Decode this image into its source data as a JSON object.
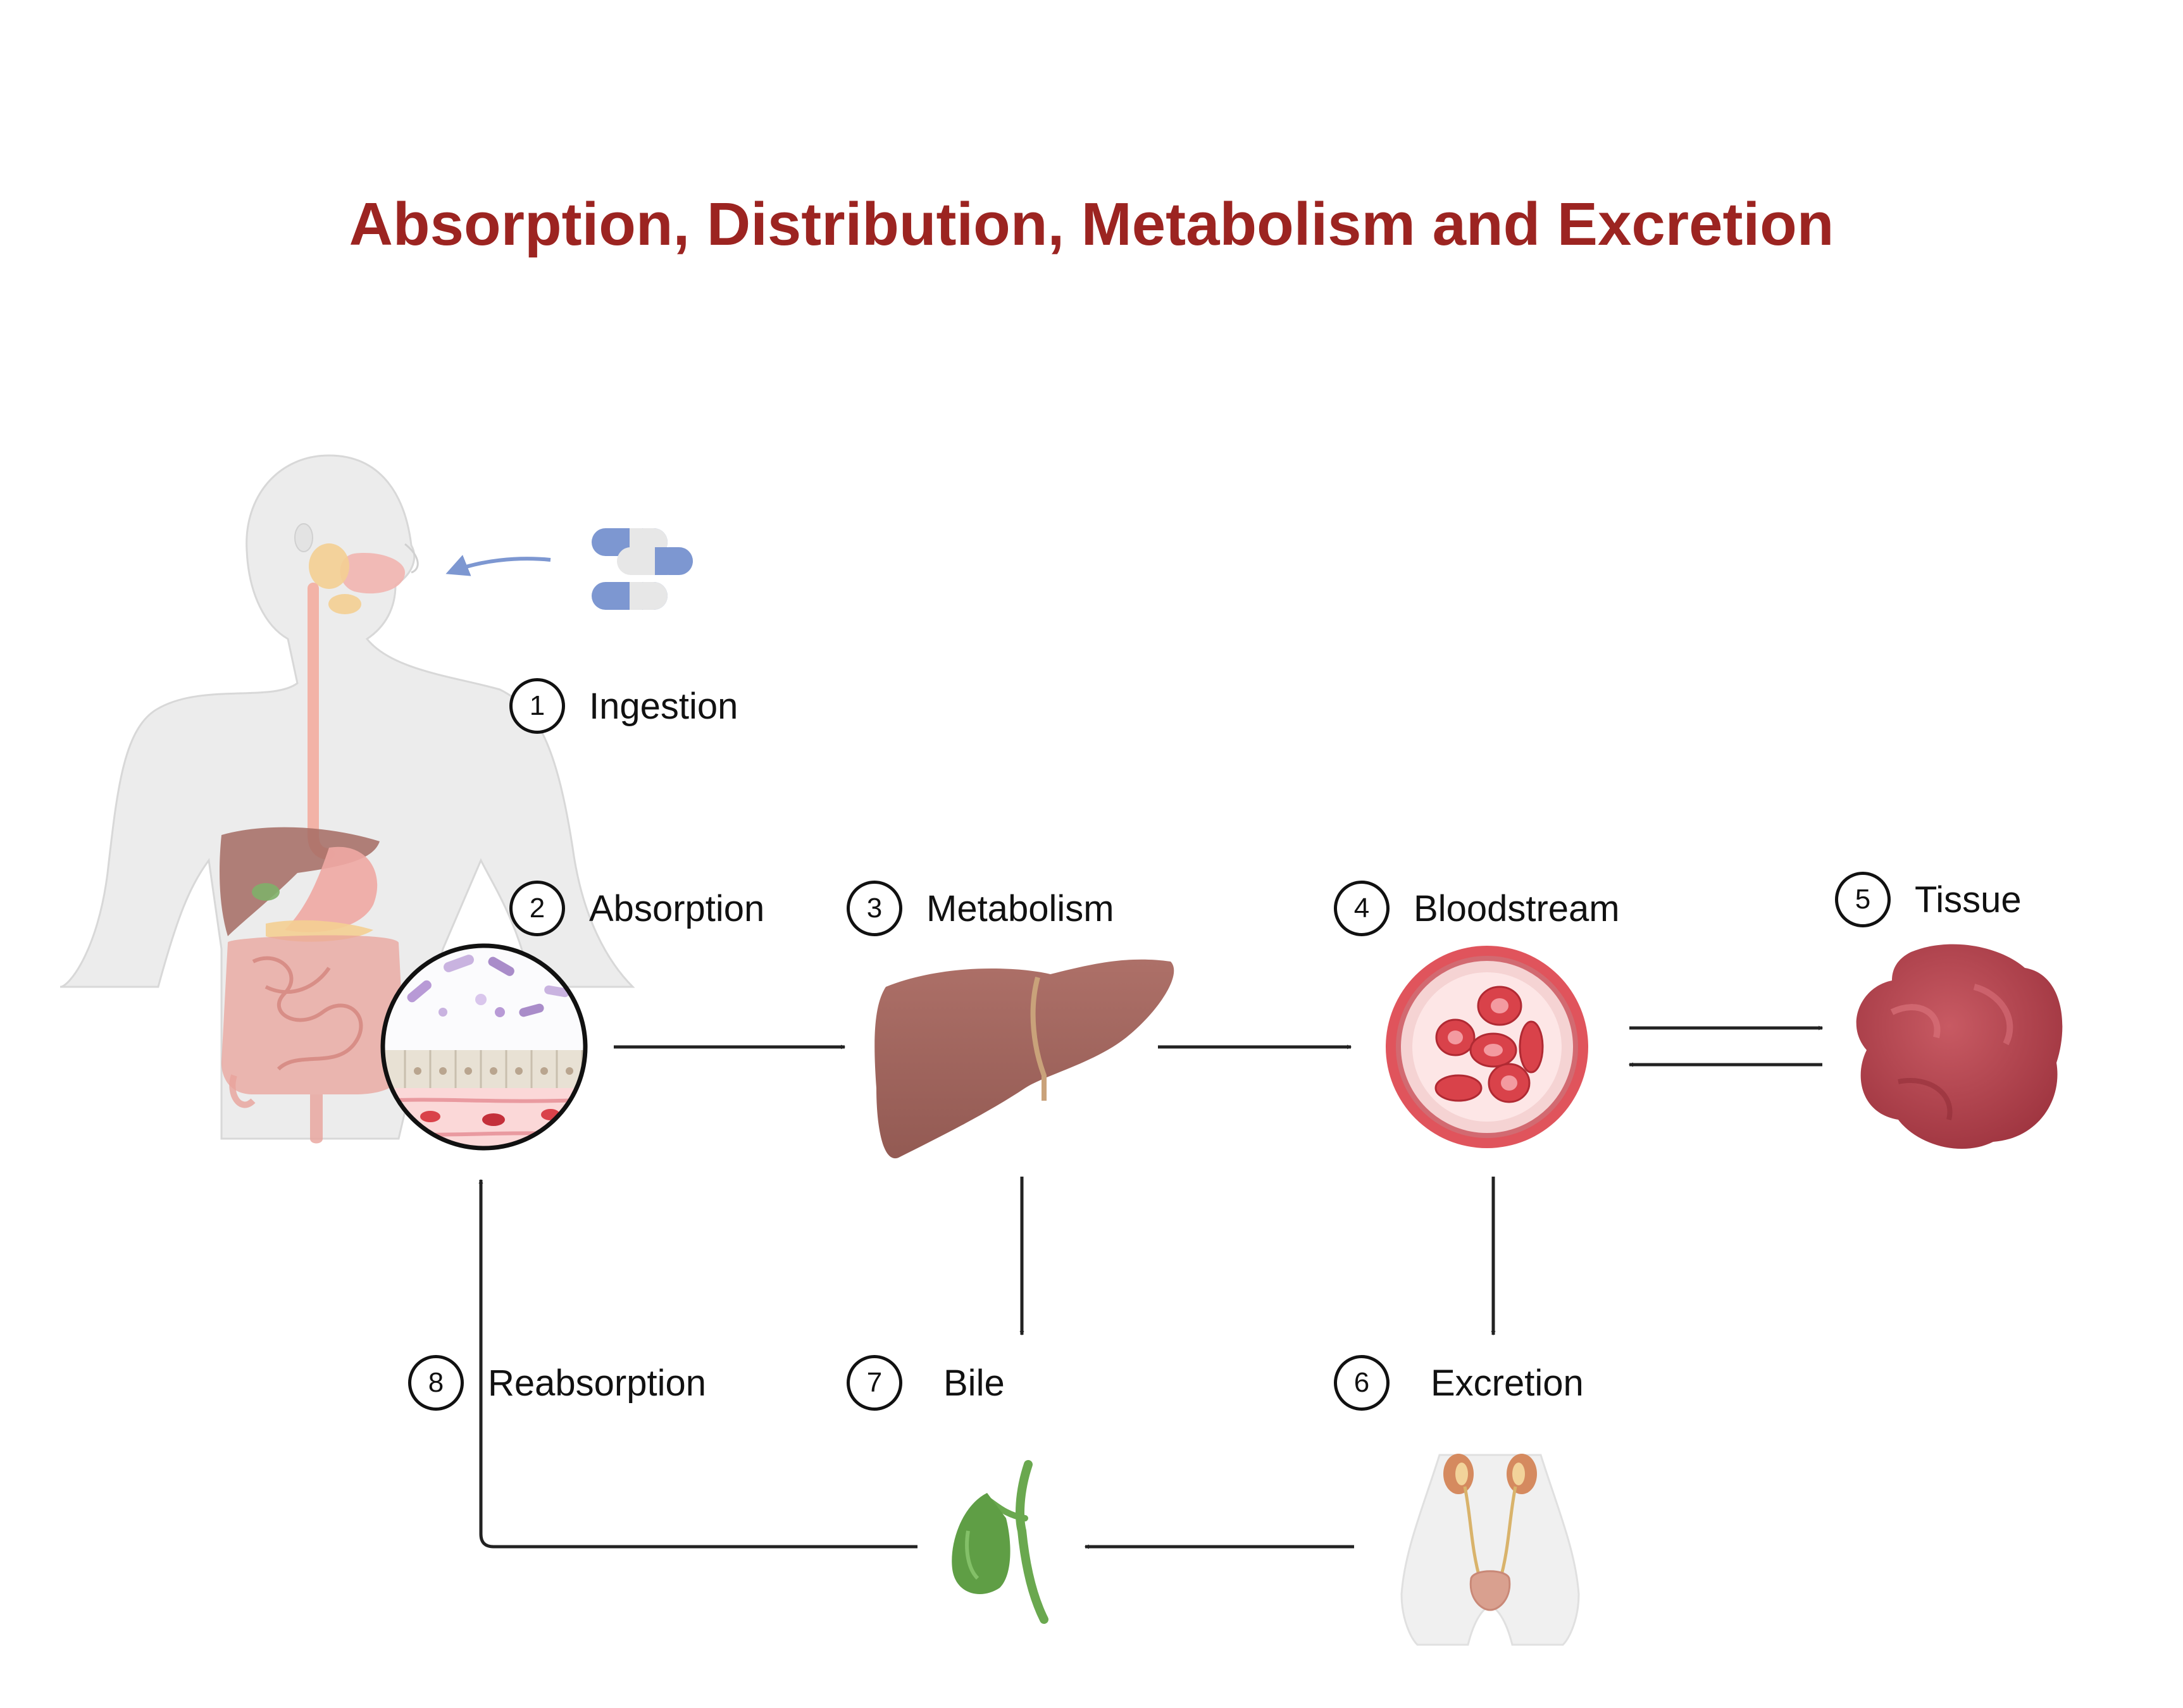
{
  "title": "Absorption, Distribution, Metabolism and Excretion",
  "steps": [
    {
      "number": "1",
      "label": "Ingestion"
    },
    {
      "number": "2",
      "label": "Absorption"
    },
    {
      "number": "3",
      "label": "Metabolism"
    },
    {
      "number": "4",
      "label": "Bloodstream"
    },
    {
      "number": "5",
      "label": "Tissue"
    },
    {
      "number": "6",
      "label": "Excretion"
    },
    {
      "number": "7",
      "label": "Bile"
    },
    {
      "number": "8",
      "label": "Reabsorption"
    }
  ],
  "colors": {
    "title": "#9c2421",
    "liver": "#a56b63",
    "blood": "#d9424a",
    "tissue": "#b6434c",
    "gallbladder": "#6aa84f",
    "capsule_blue": "#7d97d1",
    "arrow": "#222222"
  },
  "illustrations": [
    "human-body-digestive-system",
    "pill-capsules",
    "intestinal-wall-magnifier",
    "liver",
    "blood-vessel-cross-section",
    "tissue-mass",
    "urinary-system",
    "gallbladder"
  ]
}
